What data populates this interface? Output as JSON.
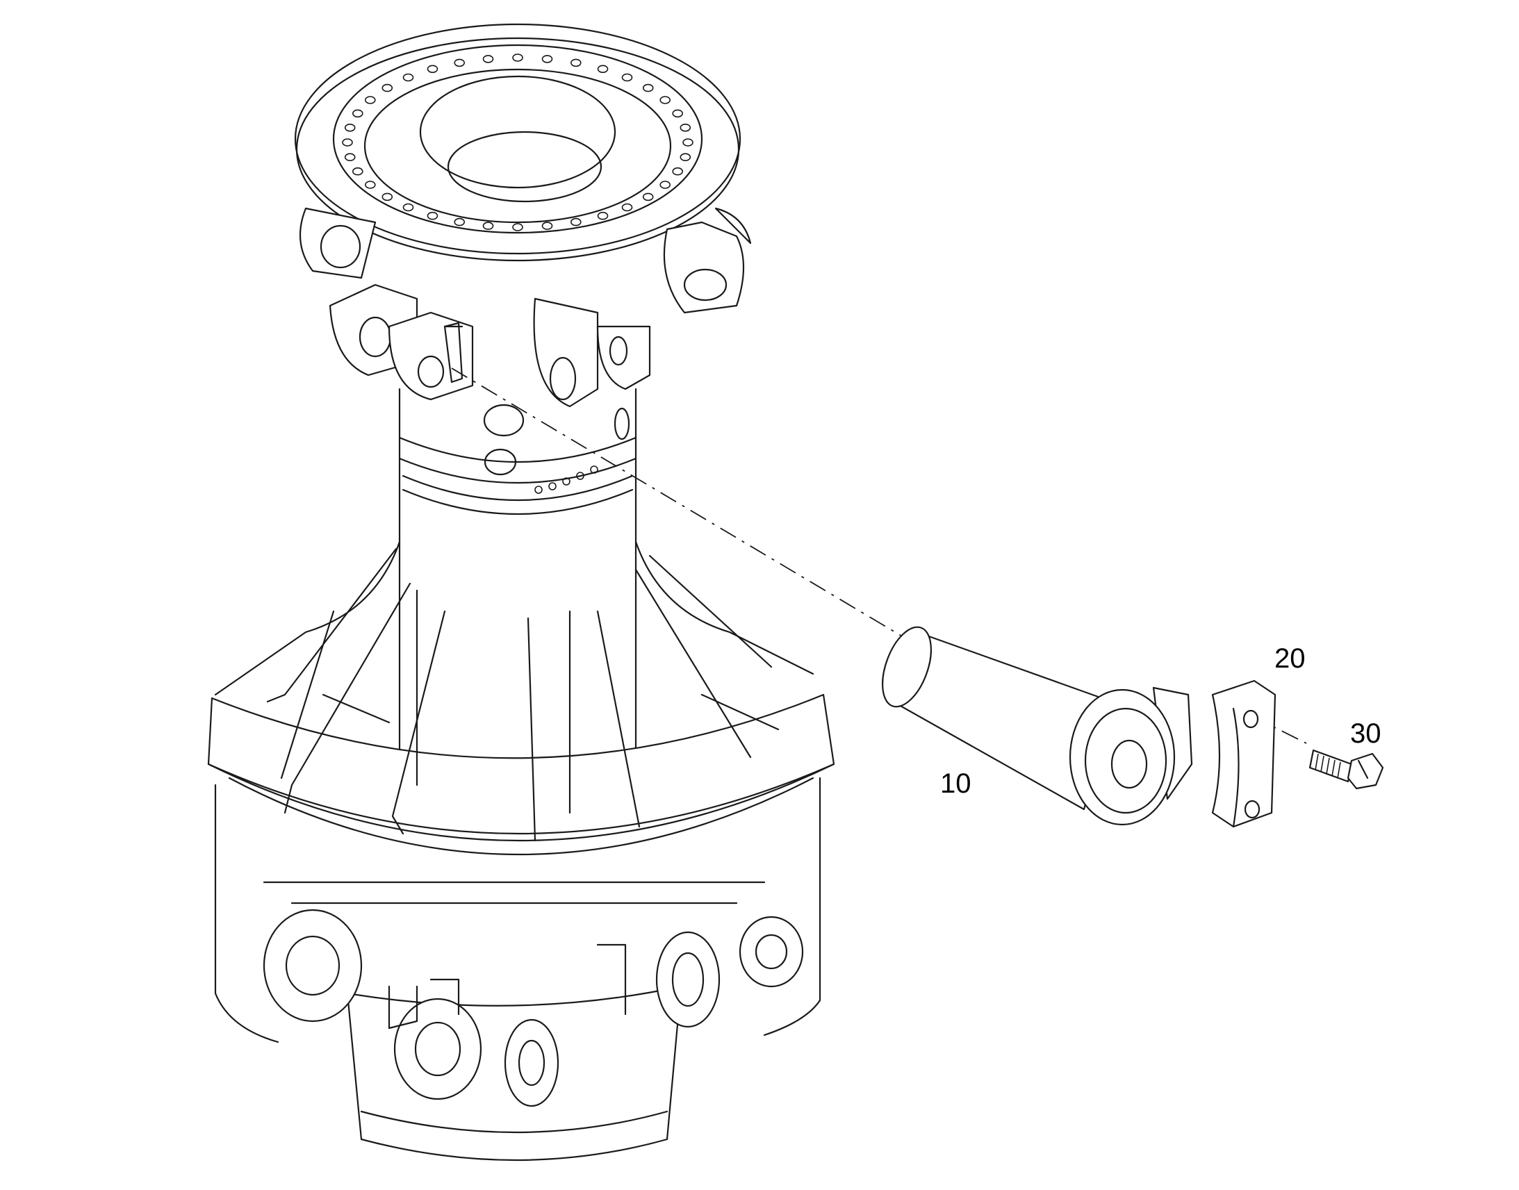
{
  "callouts": {
    "part_10": "10",
    "part_20": "20",
    "part_30": "30"
  },
  "colors": {
    "line": "#1a1a1a",
    "background": "#ffffff"
  },
  "icons": {
    "housing": "axle-hub-housing-icon",
    "pin": "pin-icon",
    "plate": "retaining-plate-icon",
    "bolt": "bolt-icon"
  }
}
